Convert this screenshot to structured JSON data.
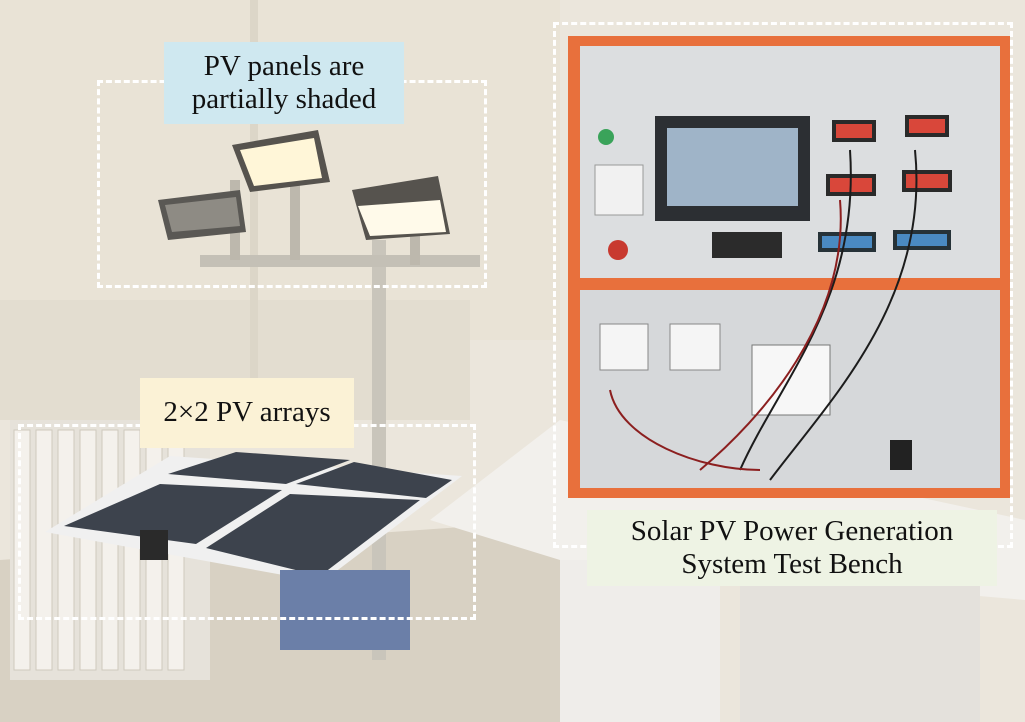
{
  "annotations": {
    "lights": {
      "lines": [
        "PV panels are",
        "partially shaded"
      ]
    },
    "arrays": {
      "lines": [
        "2×2 PV arrays"
      ]
    },
    "bench": {
      "lines": [
        "Solar PV Power Generation",
        "System Test Bench"
      ]
    }
  },
  "colors": {
    "wall": "#ebe6dc",
    "bench_frame": "#e8703c",
    "lights_label_bg": "#cfe8f0",
    "arrays_label_bg": "#fbf2d6",
    "bench_label_bg": "#eef3e4"
  }
}
